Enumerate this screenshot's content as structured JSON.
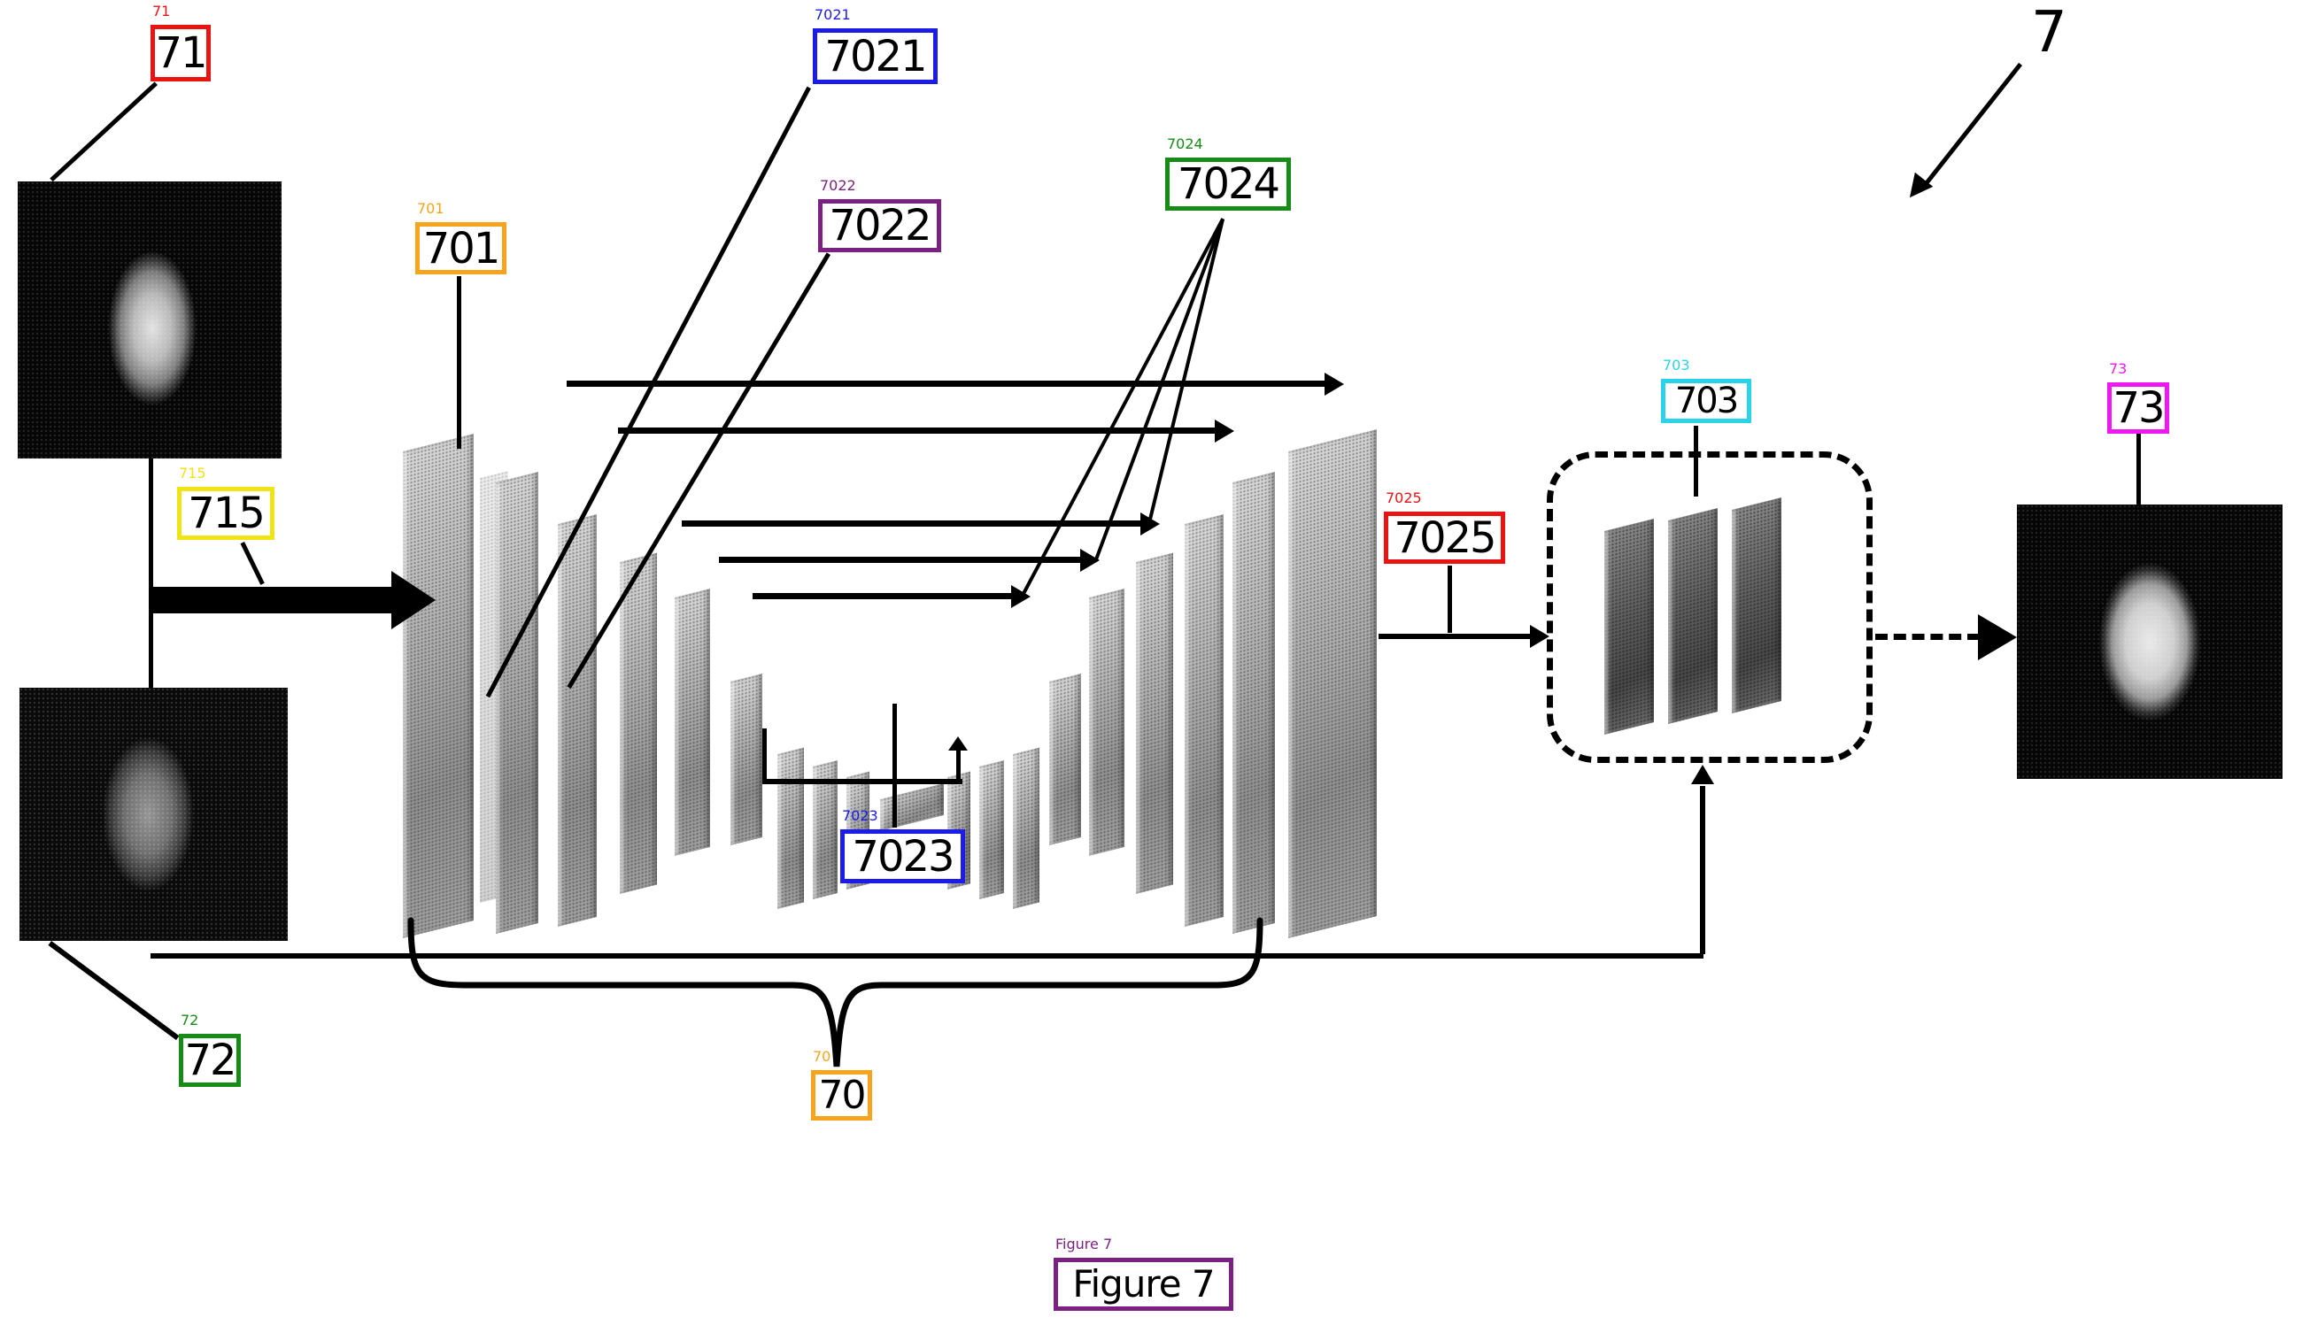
{
  "figure": {
    "number": "7",
    "caption": "Figure 7",
    "caption_ref": "Figure 7"
  },
  "labels": {
    "l71": {
      "ref": "71",
      "text": "71",
      "color": "#e81414"
    },
    "l715": {
      "ref": "715",
      "text": "715",
      "color": "#f0e414"
    },
    "l72": {
      "ref": "72",
      "text": "72",
      "color": "#168c16"
    },
    "l701": {
      "ref": "701",
      "text": "701",
      "color": "#f5a51d"
    },
    "l7021": {
      "ref": "7021",
      "text": "7021",
      "color": "#1c1ce8"
    },
    "l7022": {
      "ref": "7022",
      "text": "7022",
      "color": "#7b2182"
    },
    "l7023": {
      "ref": "7023",
      "text": "7023",
      "color": "#1c1ce8"
    },
    "l7024": {
      "ref": "7024",
      "text": "7024",
      "color": "#168c16"
    },
    "l7025": {
      "ref": "7025",
      "text": "7025",
      "color": "#e81414"
    },
    "l70": {
      "ref": "70",
      "text": "70",
      "color": "#f5a51d"
    },
    "l703": {
      "ref": "703",
      "text": "703",
      "color": "#2ad4e8"
    },
    "l73": {
      "ref": "73",
      "text": "73",
      "color": "#f018f0"
    }
  }
}
